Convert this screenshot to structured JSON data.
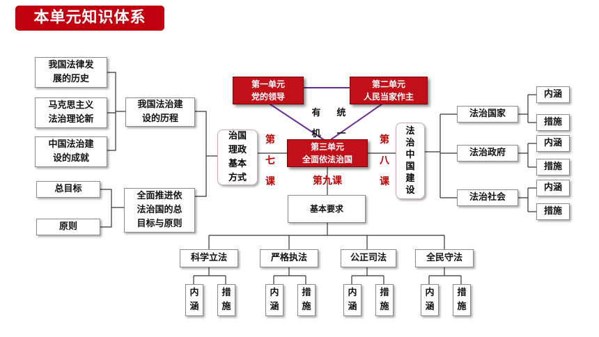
{
  "title": "本单元知识体系",
  "left": {
    "group1": [
      "我国法律发\n展的历史",
      "马克思主义\n法治理论新",
      "中国法治建\n设的成就"
    ],
    "hub1": "我国法治建\n设的历程",
    "group2": [
      "总目标",
      "原则"
    ],
    "hub2": "全面推进依\n法治国的总\n目标与原则",
    "lesson7_box": "治国\n理政\n基本\n方式",
    "lesson7_label": "第\n七\n课"
  },
  "center": {
    "unit1": "第一单元\n党的领导",
    "unit2": "第二单元\n人民当家作主",
    "unit3": "第三单元\n全面依法治国",
    "organic_left": "有\n机",
    "organic_right": "统\n一",
    "lesson9_label": "第九课",
    "basic": "基本要求"
  },
  "right": {
    "lesson8_label": "第\n八\n课",
    "lesson8_box": "法\n治\n中\n国\n建\n设",
    "items": [
      {
        "label": "法治国家",
        "sub": [
          "内涵",
          "措施"
        ]
      },
      {
        "label": "法治政府",
        "sub": [
          "内涵",
          "措施"
        ]
      },
      {
        "label": "法治社会",
        "sub": [
          "内涵",
          "措施"
        ]
      }
    ]
  },
  "bottom": {
    "items": [
      {
        "label": "科学立法",
        "sub": [
          "内\n涵",
          "措\n施"
        ]
      },
      {
        "label": "严格执法",
        "sub": [
          "内\n涵",
          "措\n施"
        ]
      },
      {
        "label": "公正司法",
        "sub": [
          "内\n涵",
          "措\n施"
        ]
      },
      {
        "label": "全民守法",
        "sub": [
          "内\n涵",
          "措\n施"
        ]
      }
    ]
  },
  "colors": {
    "title_bg": "#c0000f",
    "unit_box": "#c1101a",
    "accent_text": "#c00000",
    "triangle": "#6a2b9a"
  }
}
